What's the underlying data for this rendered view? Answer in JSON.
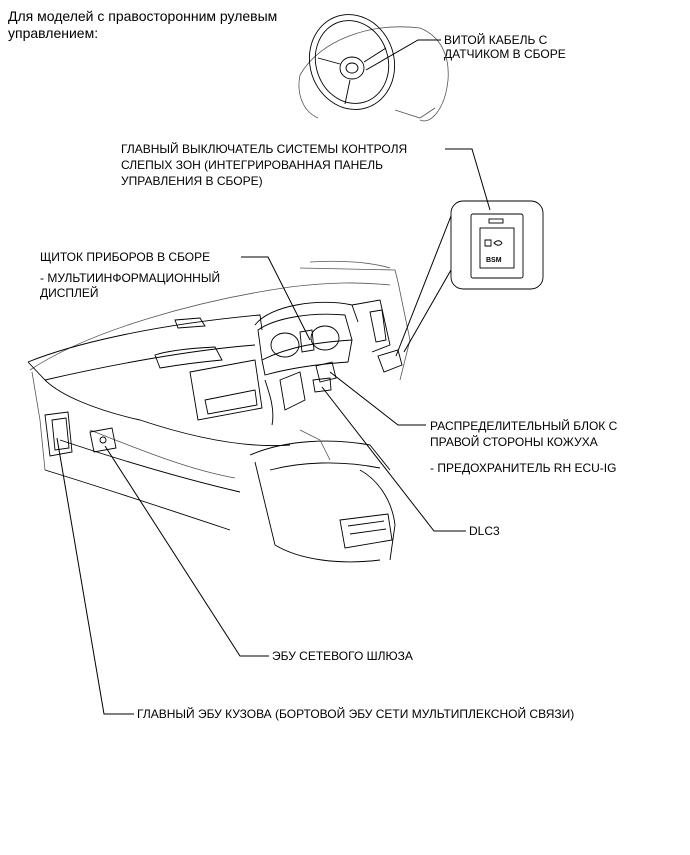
{
  "heading": [
    "Для моделей с правосторонним рулевым",
    "управлением:"
  ],
  "labels": {
    "spiral_cable": [
      "ВИТОЙ КАБЕЛЬ С",
      "ДАТЧИКОМ В СБОРЕ"
    ],
    "bsm_switch": [
      "ГЛАВНЫЙ ВЫКЛЮЧАТЕЛЬ СИСТЕМЫ КОНТРОЛЯ",
      "СЛЕПЫХ ЗОН (ИНТЕГРИРОВАННАЯ ПАНЕЛЬ",
      "УПРАВЛЕНИЯ В СБОРЕ)"
    ],
    "meter": [
      "ЩИТОК ПРИБОРОВ В СБОРЕ",
      "- МУЛЬТИИНФОРМАЦИОННЫЙ",
      "ДИСПЛЕЙ"
    ],
    "junction_block": [
      "РАСПРЕДЕЛИТЕЛЬНЫЙ БЛОК С",
      "ПРАВОЙ СТОРОНЫ КОЖУХА",
      "- ПРЕДОХРАНИТЕЛЬ RH ECU-IG"
    ],
    "dlc3": "DLC3",
    "gateway_ecu": "ЭБУ СЕТЕВОГО ШЛЮЗА",
    "body_ecu": "ГЛАВНЫЙ ЭБУ КУЗОВА (БОРТОВОЙ ЭБУ СЕТИ МУЛЬТИПЛЕКСНОЙ СВЯЗИ)"
  },
  "switch_text": "BSM"
}
